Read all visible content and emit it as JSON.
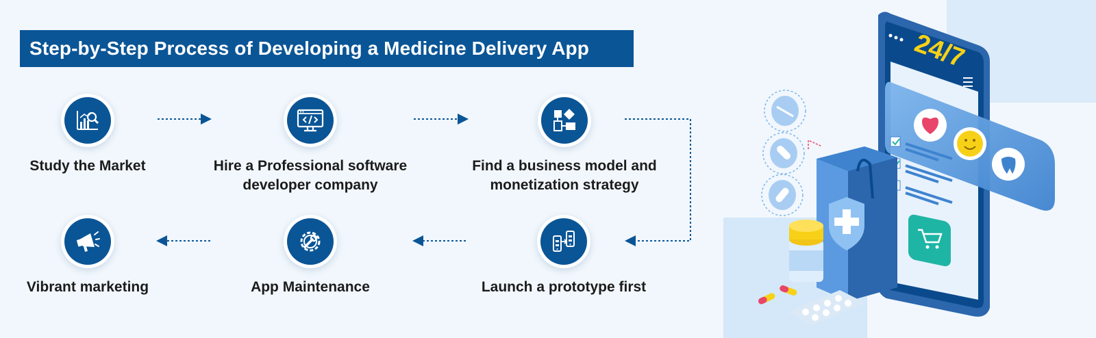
{
  "title": "Step-by-Step Process of Developing a Medicine Delivery App",
  "steps": [
    {
      "label": "Study the Market",
      "icon": "market-research-icon"
    },
    {
      "label": "Hire a Professional software developer company",
      "icon": "code-monitor-icon"
    },
    {
      "label": "Find a business model and monetization strategy",
      "icon": "business-model-icon"
    },
    {
      "label": "Launch a prototype first",
      "icon": "prototype-icon"
    },
    {
      "label": "App Maintenance",
      "icon": "maintenance-gear-icon"
    },
    {
      "label": "Vibrant marketing",
      "icon": "megaphone-icon"
    }
  ],
  "illustration": {
    "badge_text": "24/7"
  },
  "colors": {
    "primary": "#0a5596",
    "background": "#f1f7fc",
    "accent_yellow": "#f7d117",
    "accent_pink": "#e9446a",
    "accent_teal": "#1fb5a5"
  }
}
